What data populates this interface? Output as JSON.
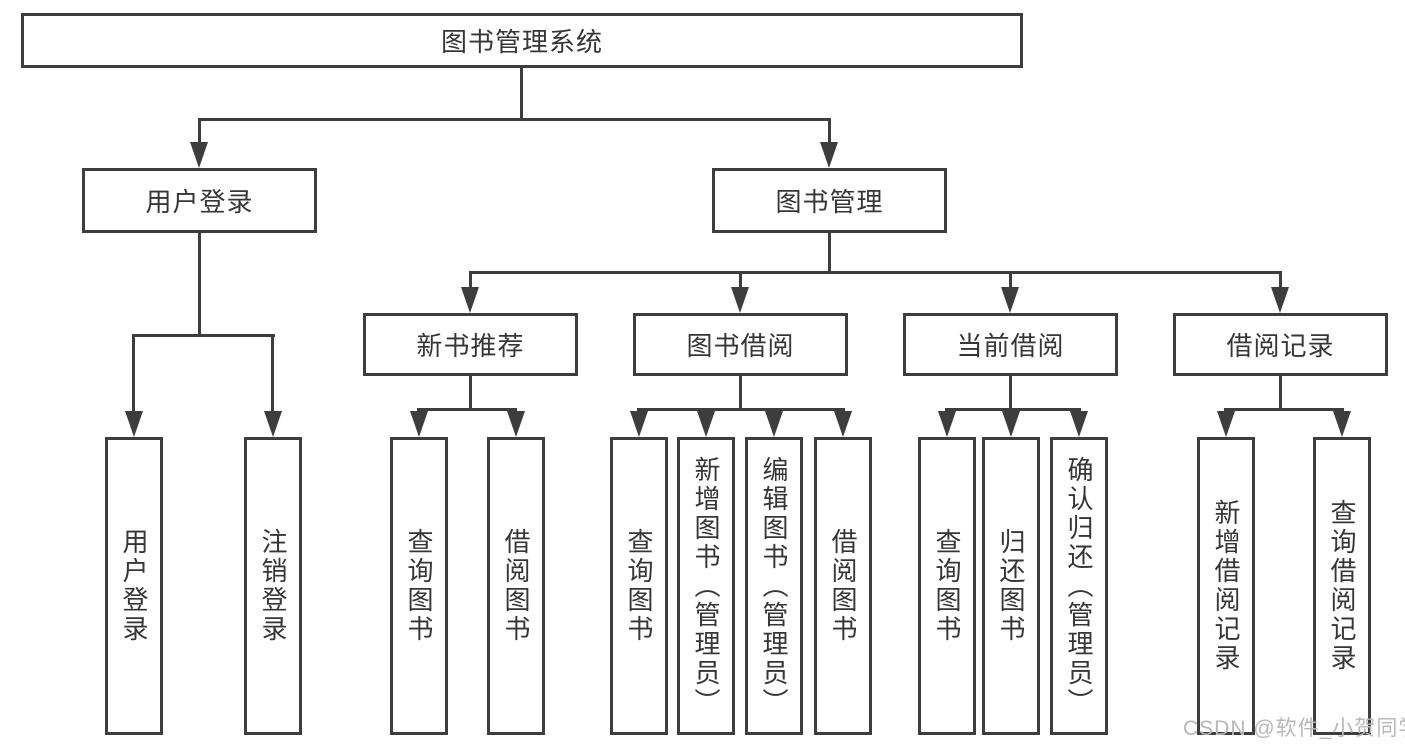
{
  "tree": {
    "root": {
      "label": "图书管理系统"
    },
    "user_login": {
      "label": "用户登录",
      "children": [
        {
          "label": "用户登录"
        },
        {
          "label": "注销登录"
        }
      ]
    },
    "book_management": {
      "label": "图书管理",
      "groups": [
        {
          "label": "新书推荐",
          "children": [
            {
              "label": "查询图书"
            },
            {
              "label": "借阅图书"
            }
          ]
        },
        {
          "label": "图书借阅",
          "children": [
            {
              "label": "查询图书"
            },
            {
              "label": "新增图书（管理员）"
            },
            {
              "label": "编辑图书（管理员）"
            },
            {
              "label": "借阅图书"
            }
          ]
        },
        {
          "label": "当前借阅",
          "children": [
            {
              "label": "查询图书"
            },
            {
              "label": "归还图书"
            },
            {
              "label": "确认归还（管理员）"
            }
          ]
        },
        {
          "label": "借阅记录",
          "children": [
            {
              "label": "新增借阅记录"
            },
            {
              "label": "查询借阅记录"
            }
          ]
        }
      ]
    }
  },
  "watermark": {
    "text": "CSDN @软件_小贺同学"
  },
  "colors": {
    "line": "#3d3d3d",
    "text": "#363636",
    "watermark": "#b8b8b8",
    "background": "#ffffff"
  }
}
